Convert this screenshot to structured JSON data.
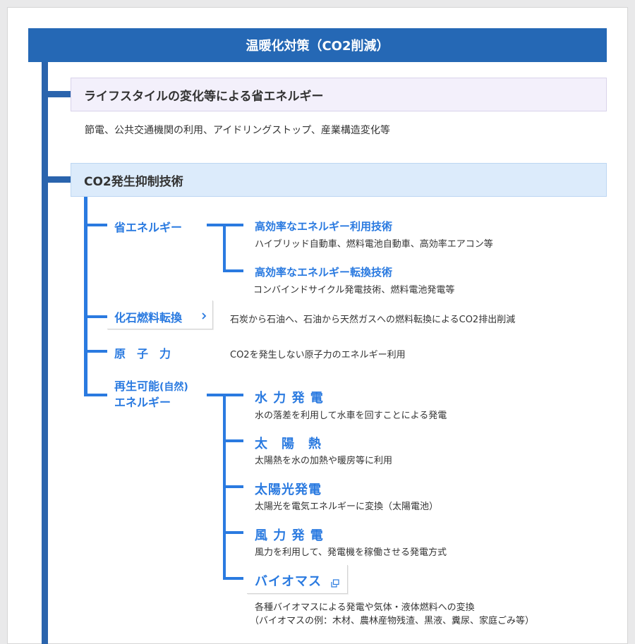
{
  "title": "温暖化対策（CO2削減）",
  "lifestyle": {
    "title": "ライフスタイルの変化等による省エネルギー",
    "desc": "節電、公共交通機関の利用、アイドリングストップ、産業構造変化等"
  },
  "tech": {
    "title": "CO2発生抑制技術",
    "energy_saving": {
      "label": "省エネルギー",
      "items": [
        {
          "title": "高効率なエネルギー利用技術",
          "desc": "ハイブリッド自動車、燃料電池自動車、高効率エアコン等"
        },
        {
          "title": "高効率なエネルギー転換技術",
          "desc": "コンバインドサイクル発電技術、燃料電池発電等"
        }
      ]
    },
    "fuel_switch": {
      "label": "化石燃料転換",
      "link_icon": "chevron-right-icon",
      "desc": "石炭から石油へ、石油から天然ガスへの燃料転換によるCO2排出削減"
    },
    "nuclear": {
      "label": "原　子　力",
      "desc": "CO2を発生しない原子力のエネルギー利用"
    },
    "renewable": {
      "label_line1": "再生可能",
      "label_paren": "(自然)",
      "label_line2": "エネルギー",
      "items": [
        {
          "title": "水 力 発 電",
          "desc": "水の落差を利用して水車を回すことによる発電"
        },
        {
          "title": "太　陽　熱",
          "desc": "太陽熱を水の加熱や暖房等に利用"
        },
        {
          "title": "太陽光発電",
          "desc": "太陽光を電気エネルギーに変換（太陽電池）"
        },
        {
          "title": "風 力 発 電",
          "desc": "風力を利用して、発電機を稼働させる発電方式"
        },
        {
          "title": "バイオマス",
          "link_icon": "external-link-icon",
          "desc": "各種バイオマスによる発電や気体・液体燃料への変換",
          "desc2": "（バイオマスの例：木材、農林産物残渣、黒液、糞尿、家庭ごみ等）"
        }
      ]
    }
  },
  "colors": {
    "header": "#2568b5",
    "accent": "#2a7ae0",
    "section1_bg": "#f3f0fb",
    "section2_bg": "#dcebfb"
  }
}
